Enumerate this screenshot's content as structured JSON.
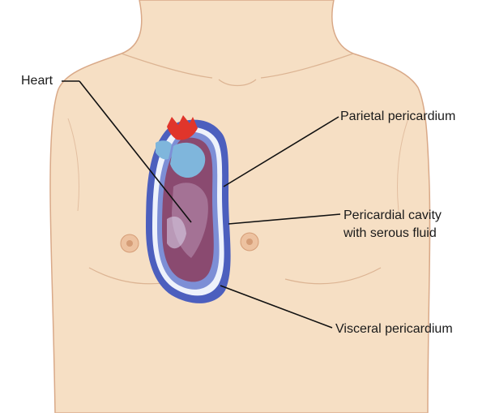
{
  "diagram": {
    "labels": {
      "heart": "Heart",
      "parietal_pericardium": "Parietal pericardium",
      "pericardial_cavity_line1": "Pericardial cavity",
      "pericardial_cavity_line2": "with serous fluid",
      "visceral_pericardium": "Visceral pericardium"
    },
    "colors": {
      "skin": "#f6dfc4",
      "skin_outline": "#d9a988",
      "parietal_layer": "#4c5fbe",
      "cavity_fluid": "#eef2fb",
      "visceral_layer": "#7d8fd6",
      "heart_muscle": "#8a4a70",
      "vessels_blue": "#7fb6dc",
      "aorta_red": "#e0352b",
      "nipple": "#e7b28c",
      "leader_line": "#111111"
    }
  }
}
